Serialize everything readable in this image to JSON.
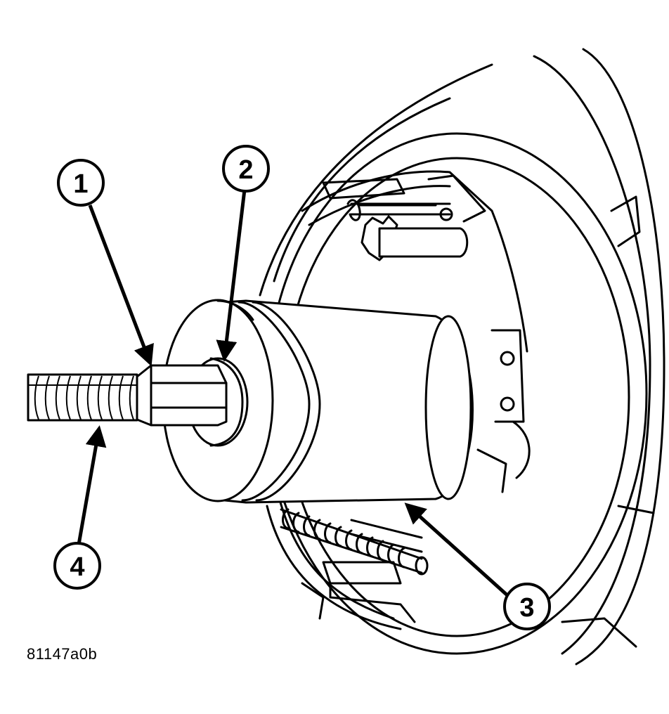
{
  "figure_id": "81147a0b",
  "callouts": [
    {
      "label": "1"
    },
    {
      "label": "2"
    },
    {
      "label": "3"
    },
    {
      "label": "4"
    }
  ]
}
